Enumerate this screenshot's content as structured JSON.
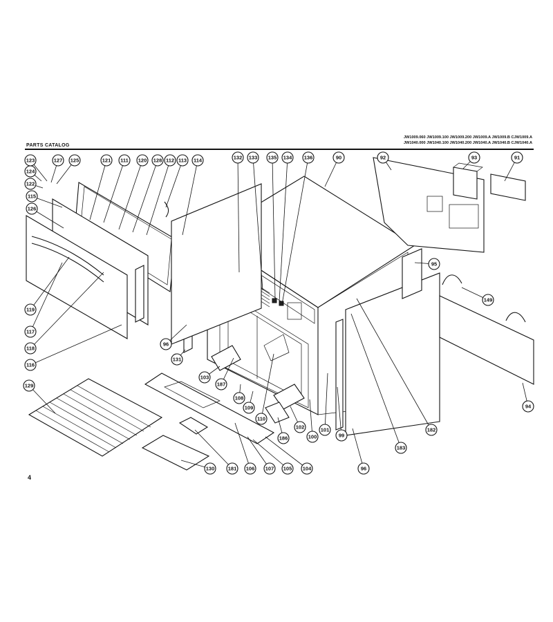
{
  "header": {
    "title": "PARTS CATALOG",
    "models_line1": "JW1009.060 JW1009.100 JW1009.200 JW1009.A JW1009.B CJW1009.A",
    "models_line2": "JW1040.000 JW1040.100 JW1040.200 JW1040.A JW1040.B CJW1040.A"
  },
  "page_number": "4",
  "callouts": [
    {
      "label": "123"
    },
    {
      "label": "127"
    },
    {
      "label": "125"
    },
    {
      "label": "124"
    },
    {
      "label": "122"
    },
    {
      "label": "121"
    },
    {
      "label": "111"
    },
    {
      "label": "120"
    },
    {
      "label": "128"
    },
    {
      "label": "112"
    },
    {
      "label": "113"
    },
    {
      "label": "114"
    },
    {
      "label": "115"
    },
    {
      "label": "126"
    },
    {
      "label": "119"
    },
    {
      "label": "117"
    },
    {
      "label": "118"
    },
    {
      "label": "116"
    },
    {
      "label": "96"
    },
    {
      "label": "131"
    },
    {
      "label": "132"
    },
    {
      "label": "133"
    },
    {
      "label": "135"
    },
    {
      "label": "134"
    },
    {
      "label": "136"
    },
    {
      "label": "90"
    },
    {
      "label": "92"
    },
    {
      "label": "93"
    },
    {
      "label": "91"
    },
    {
      "label": "95"
    },
    {
      "label": "149"
    },
    {
      "label": "94"
    },
    {
      "label": "103"
    },
    {
      "label": "187"
    },
    {
      "label": "108"
    },
    {
      "label": "109"
    },
    {
      "label": "110"
    },
    {
      "label": "129"
    },
    {
      "label": "130"
    },
    {
      "label": "181"
    },
    {
      "label": "106"
    },
    {
      "label": "107"
    },
    {
      "label": "105"
    },
    {
      "label": "104"
    },
    {
      "label": "186"
    },
    {
      "label": "102"
    },
    {
      "label": "100"
    },
    {
      "label": "101"
    },
    {
      "label": "99"
    },
    {
      "label": "96"
    },
    {
      "label": "183"
    },
    {
      "label": "182"
    }
  ]
}
